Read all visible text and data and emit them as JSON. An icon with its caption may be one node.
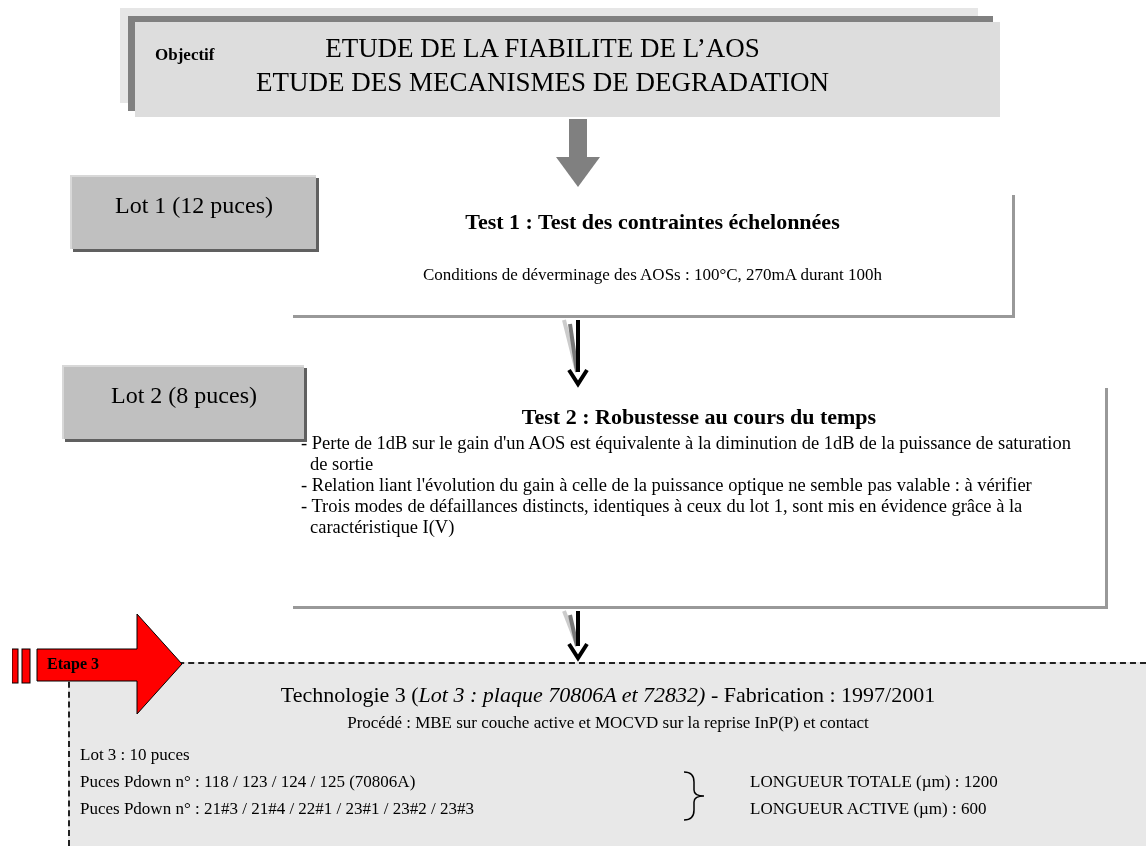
{
  "diagram": {
    "nodes": [
      {
        "text": [
          "Objectif",
          "ETUDE DE LA FIABILITE DE L’AOS",
          "ETUDE DES MECANISMES DE DEGRADATION"
        ]
      },
      {
        "text": [
          "Lot 1 (12 puces)"
        ]
      },
      {
        "text": [
          "Test 1 : Test des contraintes échelonnées",
          "Conditions de déverminage des AOSs  : 100°C, 270mA durant 100h"
        ]
      },
      {
        "text": [
          "Lot 2 (8 puces)"
        ]
      },
      {
        "text": [
          "Test 2 : Robustesse au cours du temps",
          "- Perte de 1dB sur le gain d'un AOS est équivalente à la diminution de 1dB de la puissance de saturation de sortie",
          "- Relation liant l'évolution du gain à celle de la puissance optique ne semble pas valable : à vérifier",
          "- Trois modes de défaillances distincts, identiques à ceux du lot 1, sont mis en évidence grâce à la caractéristique I(V)"
        ]
      },
      {
        "text": [
          "Etape 3"
        ]
      },
      {
        "text": [
          "Technologie 3 (*Lot 3 : plaque 70806A  et 72832)* - Fabrication : 1997/2001",
          "Procédé : MBE sur couche active et MOCVD sur la reprise InP(P) et contact",
          "Lot 3 : 10 puces",
          "Puces Pdown n° : 118 / 123 / 124 / 125 (70806A)",
          "Puces Pdown n° : 21#3 / 21#4 / 22#1 / 23#1 / 23#2 / 23#3",
          "LONGUEUR TOTALE (µm) : 1200",
          "LONGUEUR ACTIVE (µm) : 600"
        ]
      }
    ],
    "edges": [
      {
        "from": 0,
        "to": 2,
        "arrow": "to",
        "style": "thick",
        "color": "#808080"
      },
      {
        "from": 2,
        "to": 4,
        "arrow": "to"
      },
      {
        "from": 4,
        "to": 6,
        "arrow": "to"
      }
    ]
  }
}
